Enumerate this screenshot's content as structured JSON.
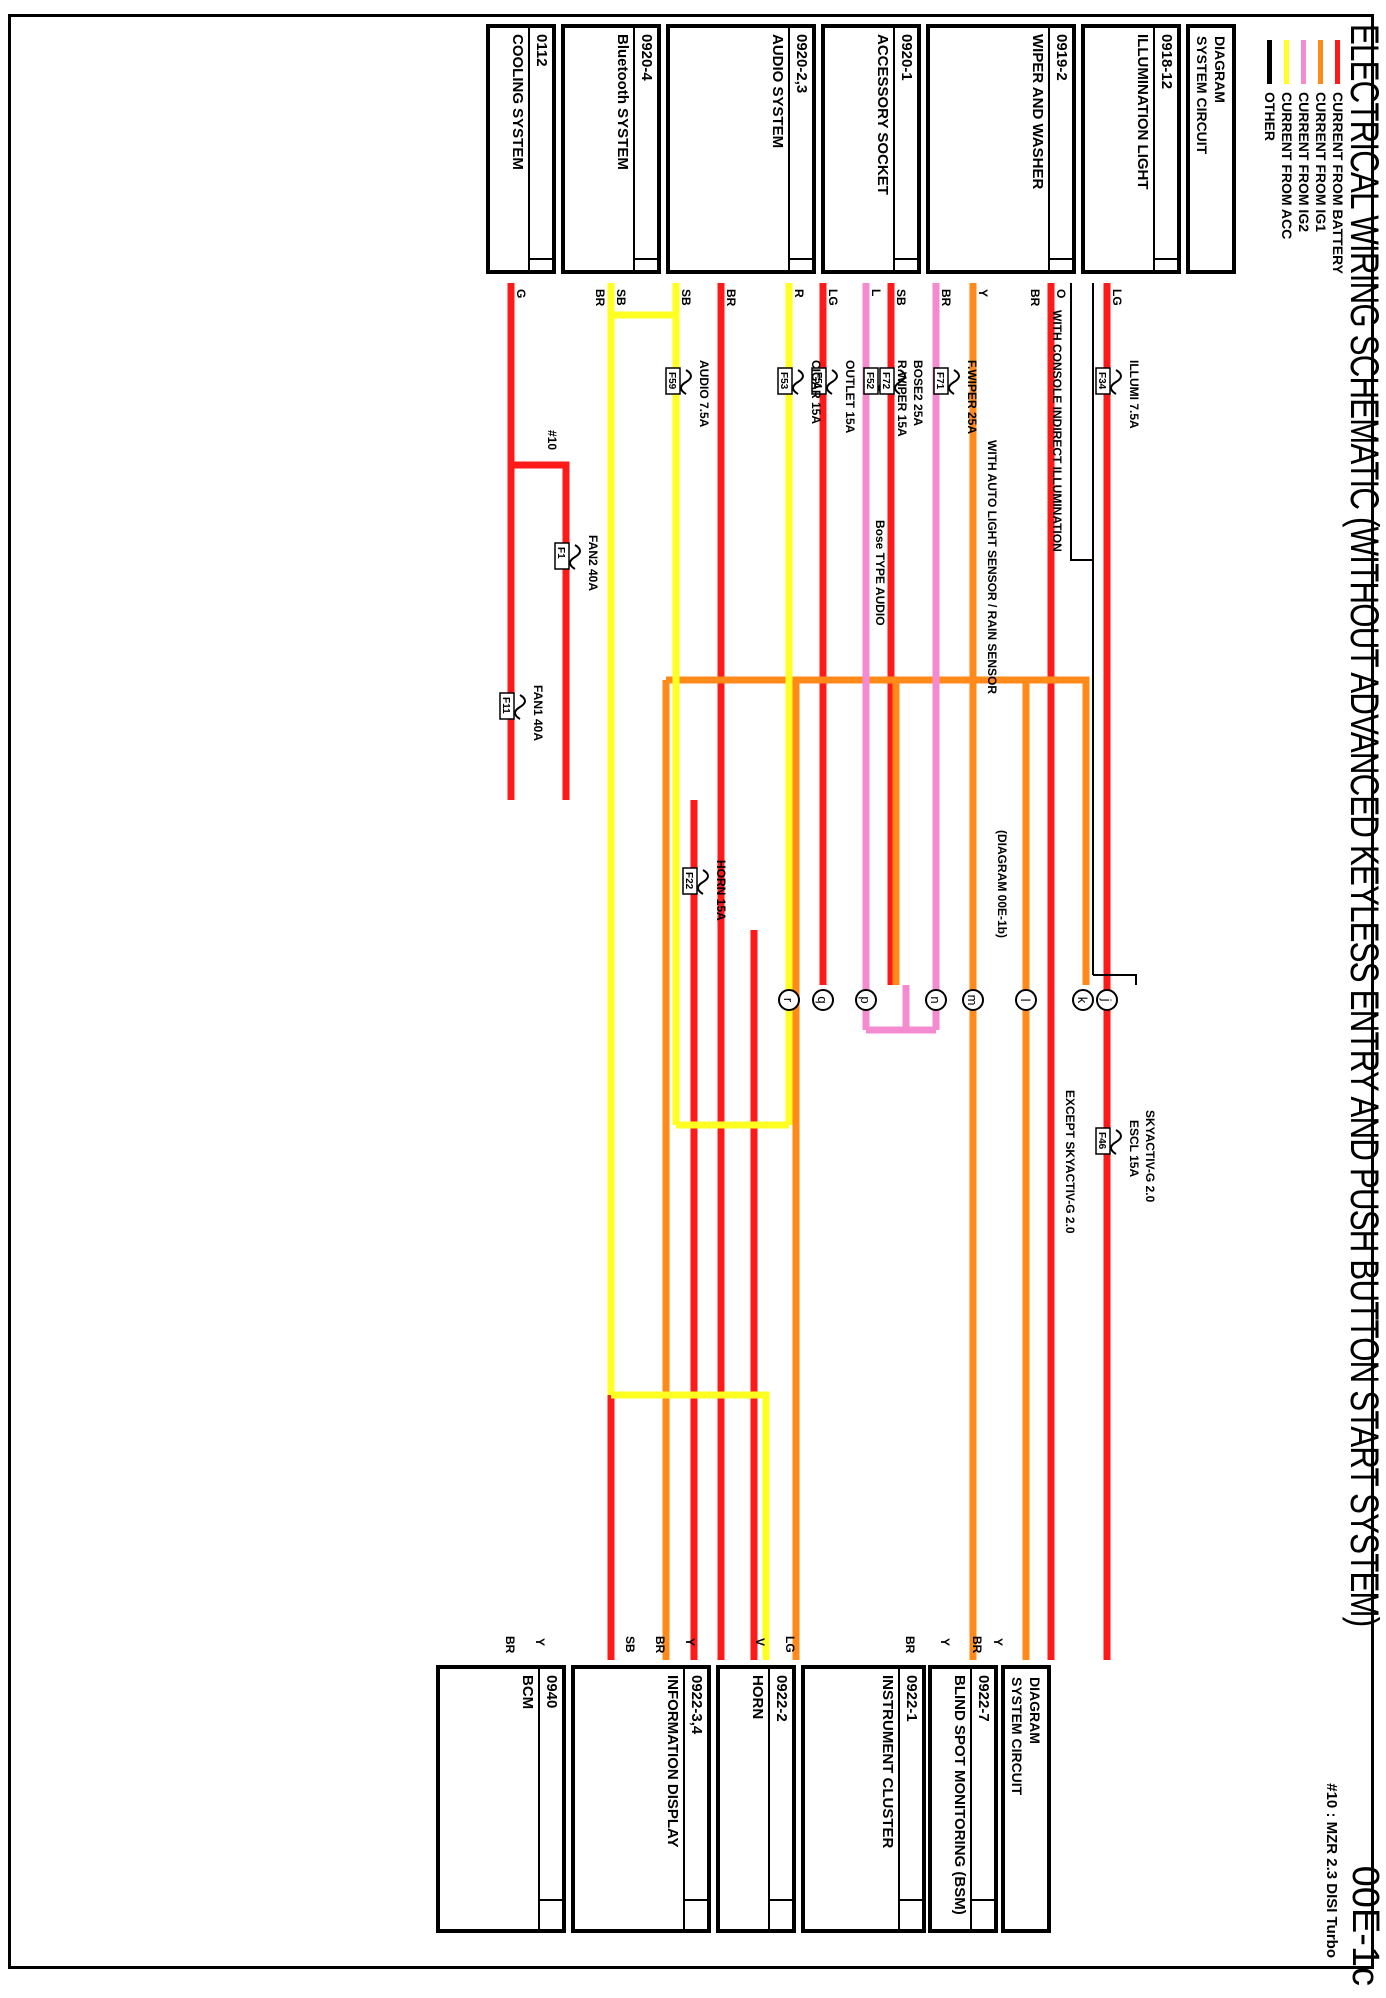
{
  "title": "ELECTRICAL WIRING SCHEMATIC (WITHOUT ADVANCED KEYLESS ENTRY AND PUSH BUTTON START SYSTEM)",
  "page_id": "00E-1c",
  "note": "#10 : MZR 2.3 DISI Turbo",
  "legend": [
    {
      "label": "CURRENT FROM BATTERY",
      "color": "#ff1a1a"
    },
    {
      "label": "CURRENT FROM IG1",
      "color": "#ff8a1a"
    },
    {
      "label": "CURRENT FROM IG2",
      "color": "#f48ad0"
    },
    {
      "label": "CURRENT FROM ACC",
      "color": "#ffff22"
    },
    {
      "label": "OTHER",
      "color": "#000000"
    }
  ],
  "diagram_box_left": {
    "line1": "DIAGRAM",
    "line2": "SYSTEM CIRCUIT"
  },
  "diagram_box_right": {
    "line1": "DIAGRAM",
    "line2": "SYSTEM CIRCUIT"
  },
  "left_modules": [
    {
      "code": "0918-12",
      "name": "ILLUMINATION LIGHT"
    },
    {
      "code": "0919-2",
      "name": "WIPER AND WASHER"
    },
    {
      "code": "0920-1",
      "name": "ACCESSORY SOCKET"
    },
    {
      "code": "0920-2,3",
      "name": "AUDIO SYSTEM"
    },
    {
      "code": "0920-4",
      "name": "Bluetooth SYSTEM"
    },
    {
      "code": "0112",
      "name": "COOLING SYSTEM"
    }
  ],
  "right_modules": [
    {
      "code": "0922-7",
      "name": "BLIND SPOT MONITORING (BSM)"
    },
    {
      "code": "0922-1",
      "name": "INSTRUMENT CLUSTER"
    },
    {
      "code": "0922-2",
      "name": "HORN"
    },
    {
      "code": "0922-3,4",
      "name": "INFORMATION DISPLAY"
    },
    {
      "code": "0940",
      "name": "BCM"
    }
  ],
  "fuses": [
    {
      "name": "ILLUMI 7.5A",
      "id": "F34"
    },
    {
      "name": "F.WIPER 25A",
      "id": "F71"
    },
    {
      "name": "R.WIPER 15A",
      "id": "F52"
    },
    {
      "name": "OUTLET 15A",
      "id": "F51"
    },
    {
      "name": "CIGAR 15A",
      "id": "F53"
    },
    {
      "name": "BOSE2 25A",
      "id": "F72"
    },
    {
      "name": "AUDIO 7.5A",
      "id": "F59"
    },
    {
      "name": "FAN2 40A",
      "id": "F1"
    },
    {
      "name": "FAN1 40A",
      "id": "F11"
    },
    {
      "name": "HORN 15A",
      "id": "F22"
    },
    {
      "name": "ESCL 15A",
      "id": "F46"
    }
  ],
  "notes": {
    "console": "WITH CONSOLE INDIRECT ILLUMINATION",
    "auto_light": "WITH AUTO LIGHT SENSOR / RAIN SENSOR",
    "bose": "Bose TYPE AUDIO",
    "fan_ref": "#10",
    "skyactiv": "SKYACTIV-G 2.0",
    "except_skyactiv": "EXCEPT SKYACTIV-G 2.0",
    "cross_ref": "(DIAGRAM 00E-1b)"
  },
  "connectors": [
    "j",
    "k",
    "l",
    "m",
    "n",
    "p",
    "q",
    "r"
  ],
  "wire_colors_left": [
    "LG",
    "O",
    "BR",
    "Y",
    "BR",
    "L",
    "LG",
    "R",
    "SB",
    "BR",
    "SB",
    "SB",
    "BR",
    "G"
  ],
  "wire_colors_right": [
    "Y",
    "BR",
    "Y",
    "BR",
    "LG",
    "V",
    "Y",
    "BR",
    "SB",
    "Y",
    "BR"
  ]
}
